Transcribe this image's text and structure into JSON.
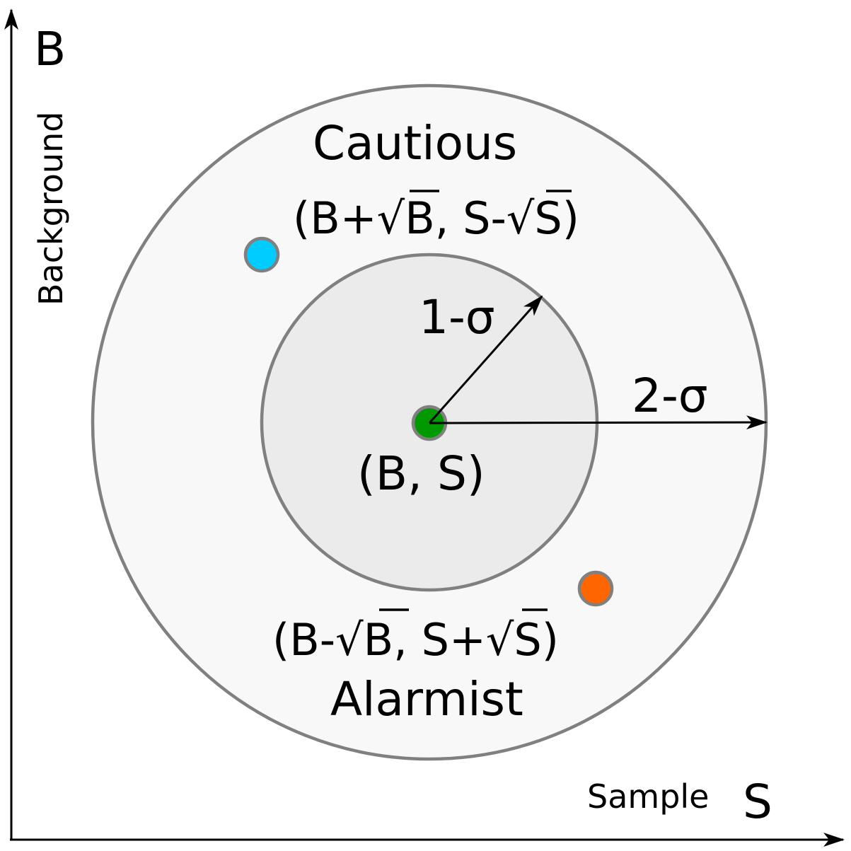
{
  "axes": {
    "y_symbol": "B",
    "y_label": "Background",
    "x_symbol": "S",
    "x_label": "Sample"
  },
  "regions": {
    "outer": {
      "label": "2-σ",
      "color": "#f8f8f8"
    },
    "inner": {
      "label": "1-σ",
      "color": "#ebebeb"
    }
  },
  "points": {
    "center": {
      "label_pre": "(B, S)",
      "color": "#009900"
    },
    "cautious": {
      "title": "Cautious",
      "coord_parts": [
        "(B+",
        "B",
        ", S-",
        "S",
        ")"
      ],
      "color": "#00ccff"
    },
    "alarmist": {
      "title": "Alarmist",
      "coord_parts": [
        "(B-",
        "B",
        ", S+",
        "S",
        ")"
      ],
      "color": "#ff6600"
    }
  },
  "ring_color": "#808080",
  "sqrt_symbol": "√"
}
